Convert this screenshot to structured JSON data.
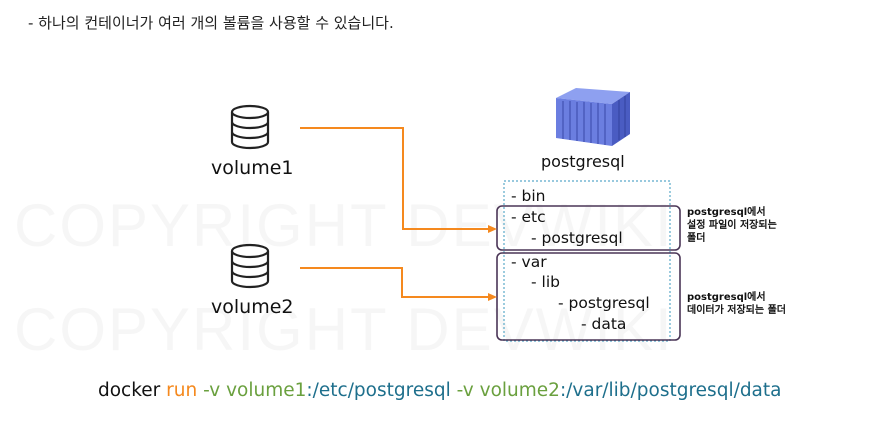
{
  "intro": "- 하나의 컨테이너가 여러 개의 볼륨을 사용할 수 있습니다.",
  "watermark": "COPYRIGHT DEVWIKI",
  "volumes": [
    {
      "label": "volume1",
      "icon": "database-icon"
    },
    {
      "label": "volume2",
      "icon": "database-icon"
    }
  ],
  "container": {
    "label": "postgresql",
    "icon": "shipping-container-icon"
  },
  "tree": {
    "bin": "- bin",
    "etc": "- etc",
    "etc_postgresql": "- postgresql",
    "var": "- var",
    "lib": "- lib",
    "var_postgresql": "- postgresql",
    "data": "- data"
  },
  "notes": {
    "note1_line1": "postgresql에서",
    "note1_line2": "설정 파일이 저장되는",
    "note1_line3": "폴더",
    "note2_line1": "postgresql에서",
    "note2_line2": "데이터가 저장되는 폴더"
  },
  "command": {
    "docker": "docker ",
    "run": "run ",
    "flag1": "-v ",
    "vol1": "volume1",
    "path1": ":/etc/postgresql ",
    "flag2": "-v ",
    "vol2": "volume2",
    "path2": ":/var/lib/postgresql/data"
  },
  "colors": {
    "arrow": "#f5891e",
    "bracket": "#4a3556",
    "container_box": "#5aa9c9",
    "container_icon": "#6b7ee0",
    "cmd_docker": "#111111",
    "cmd_run": "#f5891e",
    "cmd_flag": "#6aa03e",
    "cmd_volume": "#6aa03e",
    "cmd_path": "#1e6f8c"
  }
}
